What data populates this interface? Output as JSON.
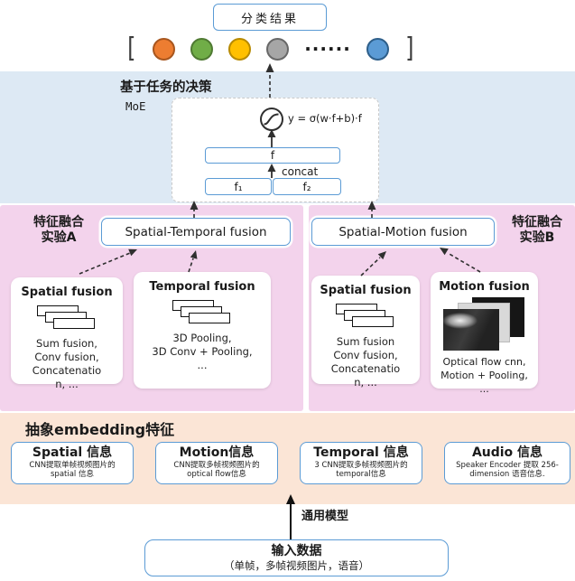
{
  "header": {
    "result_label": "分类结果",
    "bracket_left": "[",
    "bracket_right": "]",
    "ellipsis": "······",
    "circles": [
      {
        "name": "orange",
        "fill": "#ED7D31",
        "stroke": "#A8561E"
      },
      {
        "name": "green",
        "fill": "#70AD47",
        "stroke": "#4F7A32"
      },
      {
        "name": "yellow",
        "fill": "#FFC000",
        "stroke": "#B78A00"
      },
      {
        "name": "gray",
        "fill": "#A6A6A6",
        "stroke": "#686868"
      },
      {
        "name": "blue",
        "fill": "#5B9BD5",
        "stroke": "#2E5F8A"
      }
    ]
  },
  "decision": {
    "section_title": "基于任务的决策",
    "moe_label": "MoE",
    "formula": "y = σ(w·f+b)·f",
    "f_label": "f",
    "concat_label": "concat",
    "f1_label": "f₁",
    "f2_label": "f₂"
  },
  "experiment_a": {
    "side_label": "特征融合\n实验A",
    "fusion_title": "Spatial-Temporal fusion",
    "cards": [
      {
        "title": "Spatial fusion",
        "body": "Sum fusion,\nConv fusion,\nConcatenatio\nn, ..."
      },
      {
        "title": "Temporal fusion",
        "body": "3D Pooling,\n3D Conv + Pooling,\n..."
      }
    ]
  },
  "experiment_b": {
    "side_label": "特征融合\n实验B",
    "fusion_title": "Spatial-Motion fusion",
    "cards": [
      {
        "title": "Spatial fusion",
        "body": "Sum fusion\nConv fusion,\nConcatenatio\nn, ..."
      },
      {
        "title": "Motion fusion",
        "body": "Optical flow cnn,\nMotion + Pooling,\n..."
      }
    ]
  },
  "embedding": {
    "section_title": "抽象embedding特征",
    "boxes": [
      {
        "title": "Spatial 信息",
        "subtitle": "CNN提取单帧视频图片的\nspatial 信息"
      },
      {
        "title": "Motion信息",
        "subtitle": "CNN提取多帧视频图片的\noptical flow信息"
      },
      {
        "title": "Temporal 信息",
        "subtitle": "3 CNN提取多帧视频图片的\ntemporal信息"
      },
      {
        "title": "Audio 信息",
        "subtitle": "Speaker Encoder 提取 256-\ndimension 语音信息."
      }
    ]
  },
  "bottom": {
    "model_label": "通用模型",
    "input_title": "输入数据",
    "input_subtitle": "（单帧，多帧视频图片，语音）"
  },
  "palette": {
    "decision_bg": "#DDE9F4",
    "experiment_bg": "#F3D3EC",
    "embedding_bg": "#FBE5D6",
    "node_border": "#5B9BD5"
  }
}
